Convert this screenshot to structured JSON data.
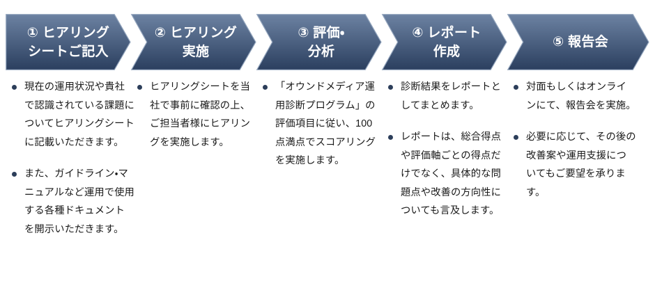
{
  "theme": {
    "chevron_gradient_top": "#6c82a2",
    "chevron_gradient_bottom": "#2b3f5f",
    "chevron_border": "#8fa2bb",
    "chevron_text_color": "#ffffff",
    "bullet_dot_color": "#2c3e5a",
    "body_text_color": "#1a1a1a",
    "background": "#ffffff"
  },
  "steps": [
    {
      "number": "①",
      "title_lines": [
        "① ヒアリング",
        "シートご記入"
      ],
      "title_plain": "① ヒアリングシートご記入",
      "bullets": [
        "現在の運用状況や貴社で認識されている課題についてヒアリングシートに記載いただきます。",
        "また、ガイドライン・マニュアルなど運用で使用する各種ドキュメントを開示いただきます。"
      ]
    },
    {
      "number": "②",
      "title_lines": [
        "② ヒアリング",
        "実施"
      ],
      "title_plain": "② ヒアリング実施",
      "bullets": [
        "ヒアリングシートを当社で事前に確認の上、ご担当者様にヒアリングを実施します。"
      ]
    },
    {
      "number": "③",
      "title_lines": [
        "③ 評価・",
        "分析"
      ],
      "title_plain": "③ 評価・分析",
      "bullets": [
        "「オウンドメディア運用診断プログラム」の評価項目に従い、100 点満点でスコアリングを実施します。"
      ]
    },
    {
      "number": "④",
      "title_lines": [
        "④ レポート",
        "作成"
      ],
      "title_plain": "④ レポート作成",
      "bullets": [
        "診断結果をレポートとしてまとめます。",
        "レポートは、総合得点や評価軸ごとの得点だけでなく、具体的な問題点や改善の方向性についても言及します。"
      ]
    },
    {
      "number": "⑤",
      "title_lines": [
        "⑤ 報告会"
      ],
      "title_plain": "⑤ 報告会",
      "bullets": [
        "対面もしくはオンラインにて、報告会を実施。",
        "必要に応じて、その後の改善案や運用支援についてもご要望を承ります。"
      ]
    }
  ]
}
